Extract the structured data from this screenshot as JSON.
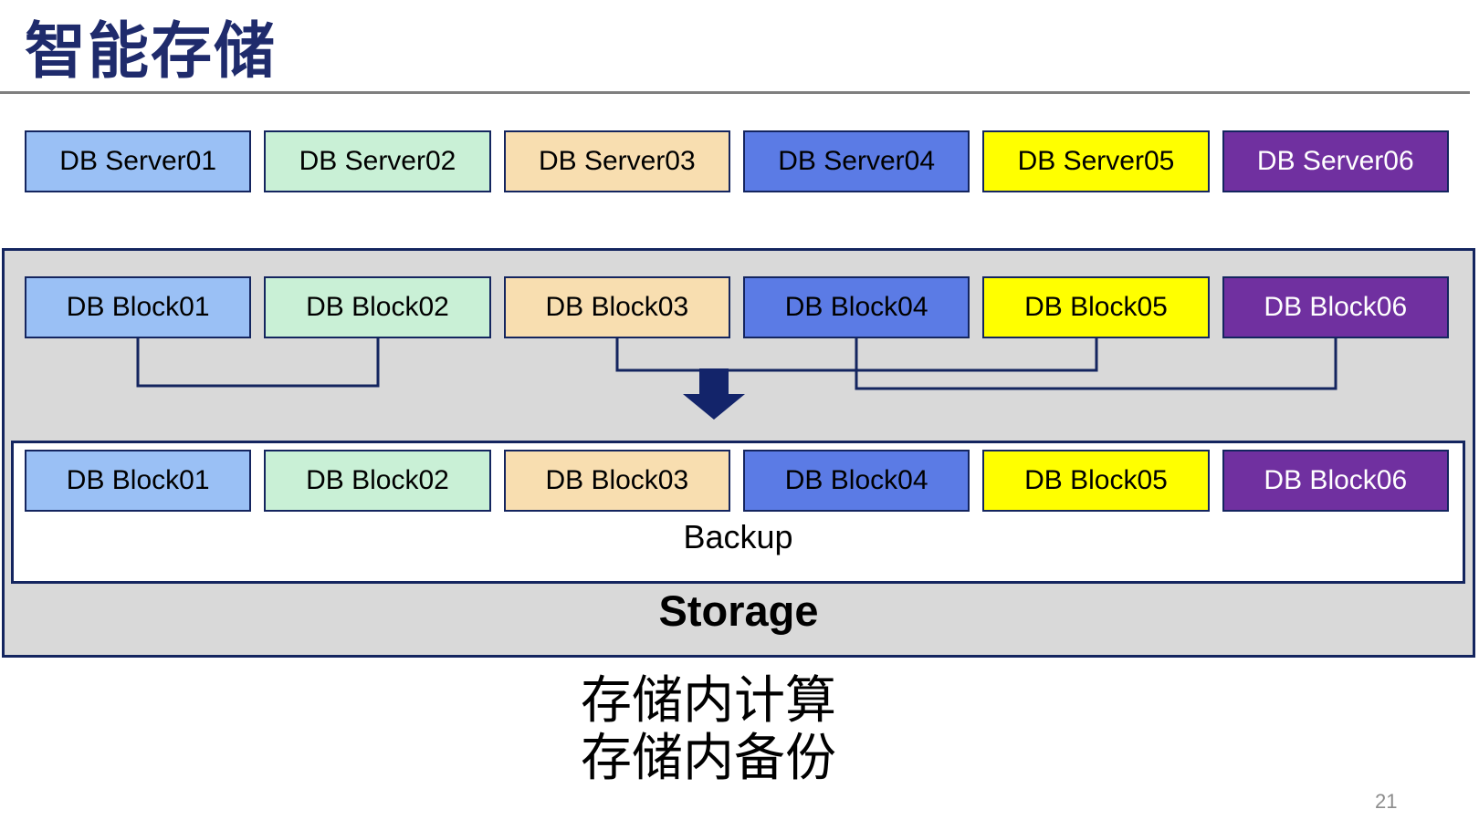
{
  "slide": {
    "title": "智能存储",
    "page_number": "21"
  },
  "colors": {
    "title_navy": "#1F2B6C",
    "border_navy": "#14255F",
    "arrow_navy": "#13246A",
    "storage_fill": "#D9D9D9",
    "divider_gray": "#7F7F7F",
    "box_blue": "#9AC0F5",
    "box_mint": "#C9F0D6",
    "box_wheat": "#F8DEB0",
    "box_royal": "#5B7BE5",
    "box_yellow": "#FFFF00",
    "box_purple": "#7030A0"
  },
  "servers": {
    "items": [
      {
        "label": "DB Server01",
        "fill": "#9AC0F5",
        "text": "#000000"
      },
      {
        "label": "DB Server02",
        "fill": "#C9F0D6",
        "text": "#000000"
      },
      {
        "label": "DB Server03",
        "fill": "#F8DEB0",
        "text": "#000000"
      },
      {
        "label": "DB Server04",
        "fill": "#5B7BE5",
        "text": "#000000"
      },
      {
        "label": "DB Server05",
        "fill": "#FFFF00",
        "text": "#000000"
      },
      {
        "label": "DB Server06",
        "fill": "#7030A0",
        "text": "#FFFFFF"
      }
    ]
  },
  "storage": {
    "label": "Storage",
    "backup_label": "Backup",
    "top_blocks": [
      {
        "label": "DB Block01",
        "fill": "#9AC0F5",
        "text": "#000000"
      },
      {
        "label": "DB Block02",
        "fill": "#C9F0D6",
        "text": "#000000"
      },
      {
        "label": "DB Block03",
        "fill": "#F8DEB0",
        "text": "#000000"
      },
      {
        "label": "DB Block04",
        "fill": "#5B7BE5",
        "text": "#000000"
      },
      {
        "label": "DB Block05",
        "fill": "#FFFF00",
        "text": "#000000"
      },
      {
        "label": "DB Block06",
        "fill": "#7030A0",
        "text": "#FFFFFF"
      }
    ],
    "bottom_blocks": [
      {
        "label": "DB Block01",
        "fill": "#9AC0F5",
        "text": "#000000"
      },
      {
        "label": "DB Block02",
        "fill": "#C9F0D6",
        "text": "#000000"
      },
      {
        "label": "DB Block03",
        "fill": "#F8DEB0",
        "text": "#000000"
      },
      {
        "label": "DB Block04",
        "fill": "#5B7BE5",
        "text": "#000000"
      },
      {
        "label": "DB Block05",
        "fill": "#FFFF00",
        "text": "#000000"
      },
      {
        "label": "DB Block06",
        "fill": "#7030A0",
        "text": "#FFFFFF"
      }
    ],
    "connectors": [
      {
        "from": "DB Block01",
        "to": "DB Block02"
      },
      {
        "from": "DB Block03",
        "to": "DB Block05"
      },
      {
        "from": "DB Block04",
        "to": "DB Block06"
      }
    ]
  },
  "caption": {
    "line1": "存储内计算",
    "line2": "存储内备份"
  }
}
